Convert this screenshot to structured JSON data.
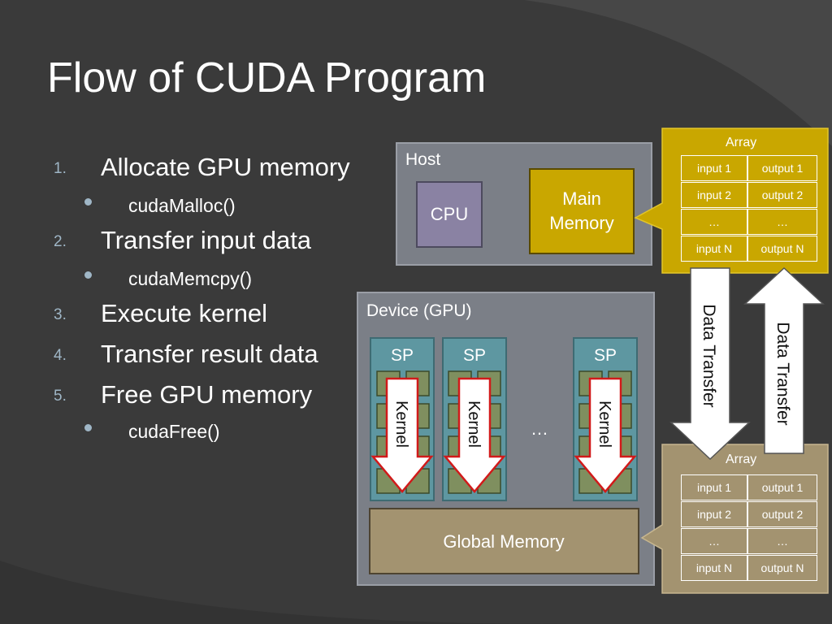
{
  "title": "Flow of CUDA Program",
  "steps": [
    {
      "num": "1.",
      "label": "Allocate GPU memory",
      "sub": "cudaMalloc()"
    },
    {
      "num": "2.",
      "label": "Transfer input data",
      "sub": "cudaMemcpy()"
    },
    {
      "num": "3.",
      "label": "Execute kernel",
      "sub": ""
    },
    {
      "num": "4.",
      "label": "Transfer result data",
      "sub": ""
    },
    {
      "num": "5.",
      "label": "Free GPU memory",
      "sub": "cudaFree()"
    }
  ],
  "host": {
    "label": "Host",
    "cpu": "CPU",
    "main_memory_line1": "Main",
    "main_memory_line2": "Memory"
  },
  "device": {
    "label": "Device (GPU)",
    "sp": [
      "SP",
      "SP",
      "SP"
    ],
    "kernel": "Kernel",
    "ellipsis": "…",
    "global_memory": "Global Memory"
  },
  "host_array": {
    "title": "Array",
    "rows": [
      [
        "input 1",
        "output 1"
      ],
      [
        "input 2",
        "output 2"
      ],
      [
        "…",
        "…"
      ],
      [
        "input N",
        "output N"
      ]
    ]
  },
  "device_array": {
    "title": "Array",
    "rows": [
      [
        "input 1",
        "output 1"
      ],
      [
        "input 2",
        "output 2"
      ],
      [
        "…",
        "…"
      ],
      [
        "input N",
        "output N"
      ]
    ]
  },
  "transfer": {
    "down": "Data Transfer",
    "up": "Data Transfer"
  },
  "colors": {
    "background": "#3a3a3a",
    "panel": "#7b7f87",
    "gold": "#c9a700",
    "cpu": "#8a82a3",
    "sp": "#5e97a1",
    "core": "#7f8f5f",
    "global_memory": "#a39370",
    "kernel_arrow_border": "#d11a1a"
  }
}
